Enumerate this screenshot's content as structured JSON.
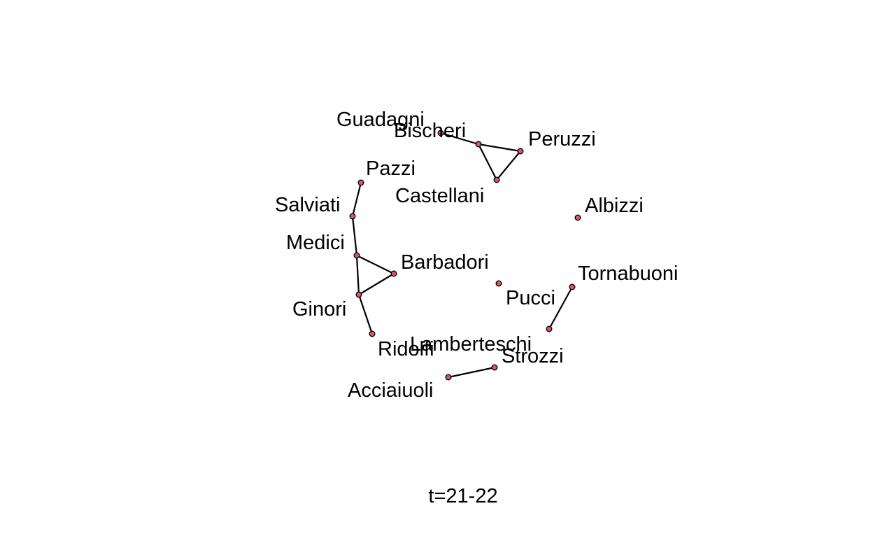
{
  "caption": "t=21-22",
  "colors": {
    "node_fill": "#df536b",
    "node_stroke": "#000000",
    "edge": "#000000",
    "background": "#ffffff"
  },
  "nodes": [
    {
      "id": "guadagni",
      "label": "Guadagni"
    },
    {
      "id": "bischeri",
      "label": "Bischeri"
    },
    {
      "id": "peruzzi",
      "label": "Peruzzi"
    },
    {
      "id": "castellani",
      "label": "Castellani"
    },
    {
      "id": "pazzi",
      "label": "Pazzi"
    },
    {
      "id": "salviati",
      "label": "Salviati"
    },
    {
      "id": "medici",
      "label": "Medici"
    },
    {
      "id": "barbadori",
      "label": "Barbadori"
    },
    {
      "id": "ginori",
      "label": "Ginori"
    },
    {
      "id": "ridolfi",
      "label": "Ridolfi"
    },
    {
      "id": "albizzi",
      "label": "Albizzi"
    },
    {
      "id": "tornabuoni",
      "label": "Tornabuoni"
    },
    {
      "id": "pucci",
      "label": "Pucci"
    },
    {
      "id": "lamberteschi",
      "label": "Lamberteschi"
    },
    {
      "id": "strozzi",
      "label": "Strozzi"
    },
    {
      "id": "acciaiuoli",
      "label": "Acciaiuoli"
    }
  ],
  "edges": [
    [
      "guadagni",
      "bischeri"
    ],
    [
      "bischeri",
      "peruzzi"
    ],
    [
      "bischeri",
      "castellani"
    ],
    [
      "peruzzi",
      "castellani"
    ],
    [
      "pazzi",
      "salviati"
    ],
    [
      "salviati",
      "medici"
    ],
    [
      "medici",
      "barbadori"
    ],
    [
      "medici",
      "ginori"
    ],
    [
      "barbadori",
      "ginori"
    ],
    [
      "ginori",
      "ridolfi"
    ],
    [
      "tornabuoni",
      "lamberteschi"
    ],
    [
      "strozzi",
      "acciaiuoli"
    ]
  ]
}
